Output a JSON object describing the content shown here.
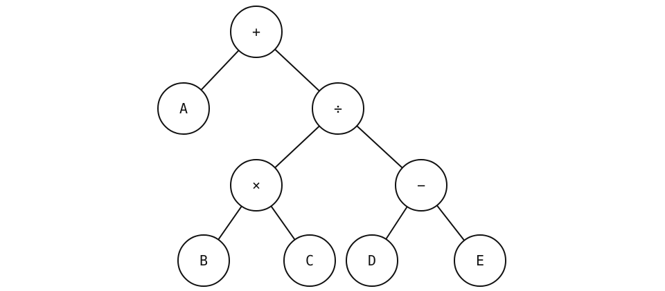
{
  "tree": {
    "nodes": [
      {
        "id": "plus",
        "label": "+"
      },
      {
        "id": "a",
        "label": "A"
      },
      {
        "id": "divide",
        "label": "÷"
      },
      {
        "id": "times",
        "label": "×"
      },
      {
        "id": "minus",
        "label": "−"
      },
      {
        "id": "b",
        "label": "B"
      },
      {
        "id": "c",
        "label": "C"
      },
      {
        "id": "d",
        "label": "D"
      },
      {
        "id": "e",
        "label": "E"
      }
    ],
    "edges": [
      [
        "plus",
        "a"
      ],
      [
        "plus",
        "divide"
      ],
      [
        "divide",
        "times"
      ],
      [
        "divide",
        "minus"
      ],
      [
        "times",
        "b"
      ],
      [
        "times",
        "c"
      ],
      [
        "minus",
        "d"
      ],
      [
        "minus",
        "e"
      ]
    ]
  }
}
